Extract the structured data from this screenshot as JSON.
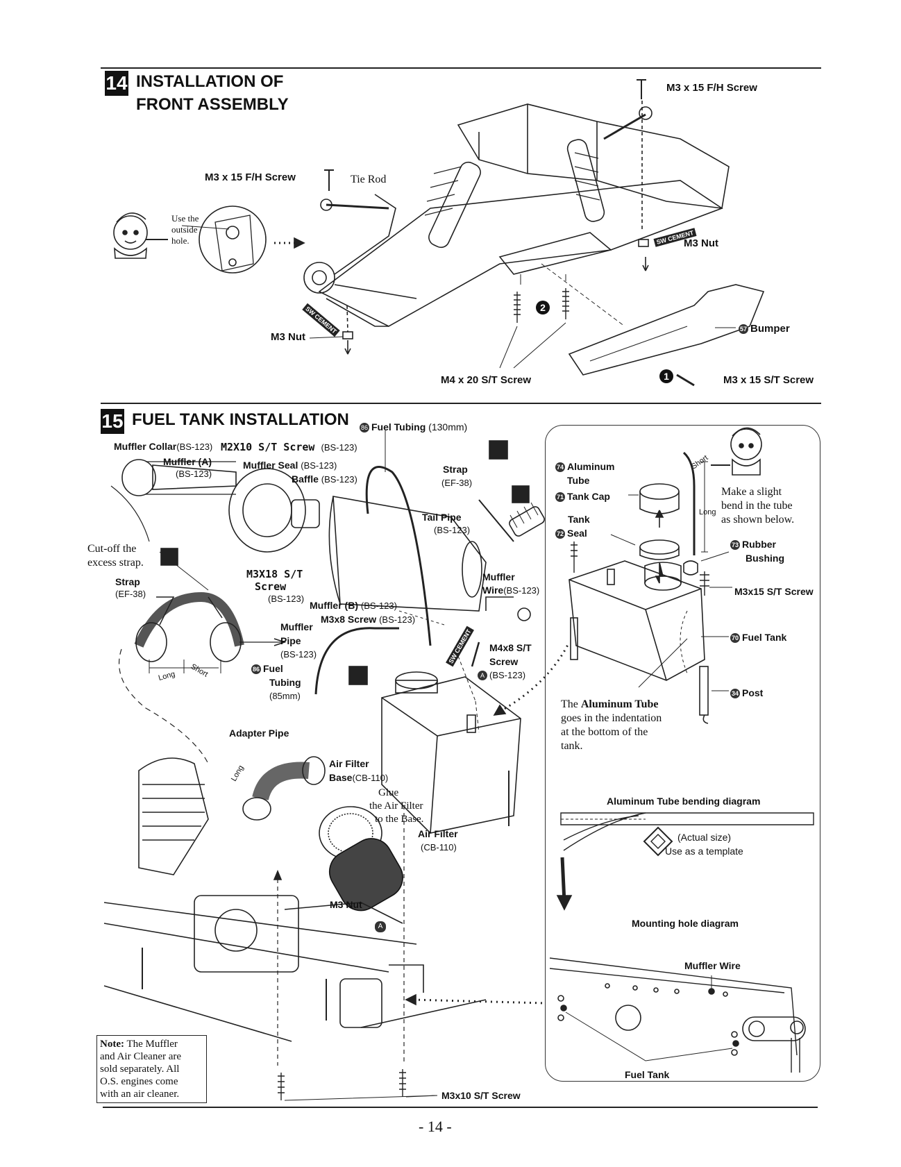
{
  "step14": {
    "number": "14",
    "title_line1": "INSTALLATION OF",
    "title_line2": "FRONT ASSEMBLY",
    "labels": {
      "m3x15_fh_top": "M3 x 15 F/H Screw",
      "m3x15_fh_left": "M3 x 15 F/H Screw",
      "tie_rod": "Tie Rod",
      "use_outside_hole_1": "Use the",
      "use_outside_hole_2": "outside",
      "use_outside_hole_3": "hole.",
      "m3_nut_right": "M3 Nut",
      "m3_nut_left": "M3 Nut",
      "bumper_num": "57",
      "bumper": "Bumper",
      "m4x20": "M4 x 20 S/T Screw",
      "m3x15_st": "M3 x 15 S/T Screw",
      "callout_1": "1",
      "callout_2": "2",
      "cement": "SW CEMENT"
    }
  },
  "step15": {
    "number": "15",
    "title": "FUEL TANK INSTALLATION",
    "labels": {
      "fuel_tubing_130_num": "86",
      "fuel_tubing_130": "Fuel Tubing",
      "fuel_tubing_130_size": "(130mm)",
      "muffler_collar": "Muffler Collar",
      "muffler_collar_code": "(BS-123)",
      "m2x10": "M2X10 S/T Screw",
      "m2x10_code": "(BS-123)",
      "muffler_a": "Muffler (A)",
      "muffler_a_code": "(BS-123)",
      "muffler_seal": "Muffler Seal",
      "muffler_seal_code": "(BS-123)",
      "baffle": "Baffle",
      "baffle_code": "(BS-123)",
      "strap_top": "Strap",
      "strap_top_code": "(EF-38)",
      "tail_pipe": "Tail Pipe",
      "tail_pipe_code": "(BS-123)",
      "cut_off_1": "Cut-off the",
      "cut_off_2": "excess strap.",
      "strap_left": "Strap",
      "strap_left_code": "(EF-38)",
      "m3x18_1": "M3X18 S/T",
      "m3x18_2": "Screw",
      "m3x18_code": "(BS-123)",
      "muffler_b": "Muffler (B)",
      "muffler_b_code": "(BS-123)",
      "m3x8": "M3x8 Screw",
      "m3x8_code": "(BS-123)",
      "muffler_wire_1": "Muffler",
      "muffler_wire_2": "Wire",
      "muffler_wire_code": "(BS-123)",
      "muffler_pipe_1": "Muffler",
      "muffler_pipe_2": "Pipe",
      "muffler_pipe_code": "(BS-123)",
      "long": "Long",
      "short": "Short",
      "fuel_tubing_85_num": "86",
      "fuel_tubing_85_1": "Fuel",
      "fuel_tubing_85_2": "Tubing",
      "fuel_tubing_85_size": "(85mm)",
      "m4x8_1": "M4x8 S/T",
      "m4x8_2": "Screw",
      "m4x8_code": "(BS-123)",
      "callout_a": "A",
      "adapter_pipe": "Adapter Pipe",
      "adapter_long": "Long",
      "air_filter_base_1": "Air Filter",
      "air_filter_base_2": "Base",
      "air_filter_base_code": "(CB-110)",
      "glue_1": "Glue",
      "glue_2": "the Air Filter",
      "glue_3": "to the Base.",
      "air_filter": "Air Filter",
      "air_filter_code": "(CB-110)",
      "m3_nut": "M3 Nut",
      "m3x10": "M3x10 S/T Screw",
      "note_bold": "Note:",
      "note_1": " The Muffler",
      "note_2": "and Air Cleaner are",
      "note_3": "sold separately. All",
      "note_4": "O.S. engines come",
      "note_5": "with an air cleaner.",
      "cement": "SW CEMENT"
    },
    "panel": {
      "aluminum_tube_num": "74",
      "aluminum_tube_1": "Aluminum",
      "aluminum_tube_2": "Tube",
      "tank_cap_num": "71",
      "tank_cap": "Tank Cap",
      "tank_seal_num": "72",
      "tank_seal_1": "Tank",
      "tank_seal_2": "Seal",
      "short": "Short",
      "long": "Long",
      "bend_1": "Make a slight",
      "bend_2": "bend in the tube",
      "bend_3": "as shown below.",
      "rubber_bushing_num": "73",
      "rubber_bushing_1": "Rubber",
      "rubber_bushing_2": "Bushing",
      "m3x15": "M3x15 S/T Screw",
      "fuel_tank_num": "70",
      "fuel_tank": "Fuel Tank",
      "post_num": "34",
      "post": "Post",
      "alum_note_1": "The ",
      "alum_note_bold": "Aluminum Tube",
      "alum_note_2": "goes in the indentation",
      "alum_note_3": "at the bottom of the",
      "alum_note_4": "tank.",
      "bending_diagram": "Aluminum Tube bending diagram",
      "actual_size": "(Actual size)",
      "template": "Use as a template",
      "mounting_diagram": "Mounting hole diagram",
      "muffler_wire": "Muffler Wire",
      "fuel_tank_bottom": "Fuel Tank"
    }
  },
  "footer": {
    "page_number": "- 14 -"
  }
}
